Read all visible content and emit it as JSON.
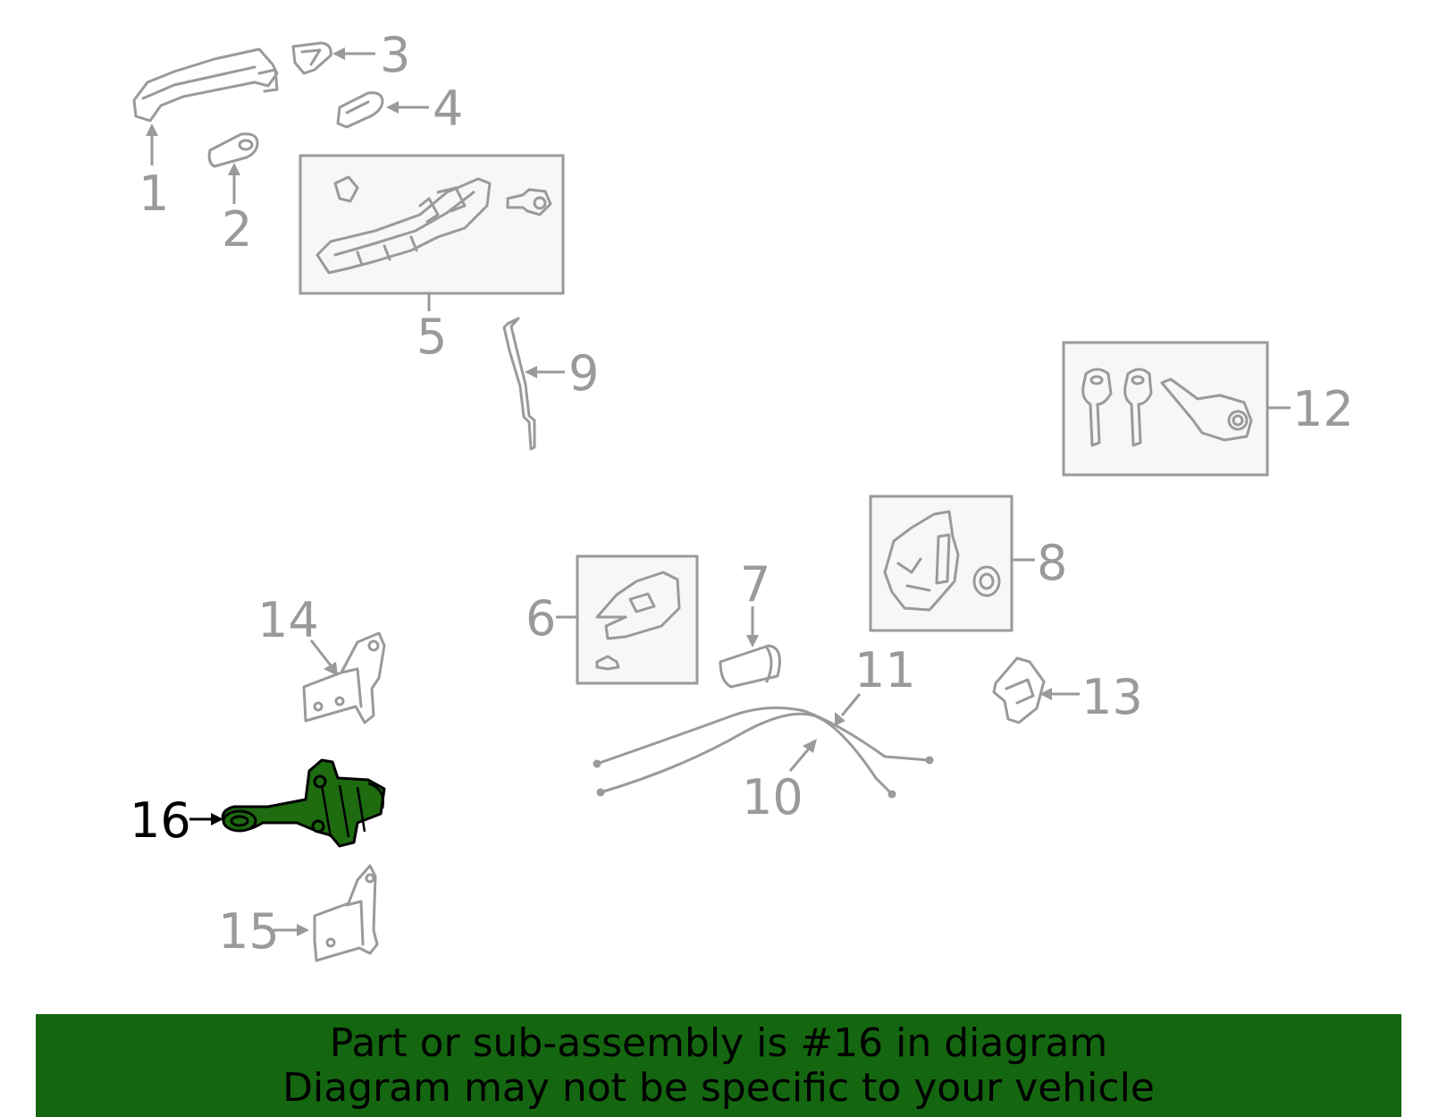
{
  "diagram": {
    "highlighted_part": "16",
    "callouts": [
      "1",
      "2",
      "3",
      "4",
      "5",
      "6",
      "7",
      "8",
      "9",
      "10",
      "11",
      "12",
      "13",
      "14",
      "15",
      "16"
    ]
  },
  "banner": {
    "line1": "Part or sub-assembly is #16 in diagram",
    "line2": "Diagram may not be specific to your vehicle",
    "background_color": "#156610"
  },
  "colors": {
    "part_line": "#9a9a9a",
    "highlight_fill": "#1e6b10",
    "highlight_label": "#000000"
  }
}
